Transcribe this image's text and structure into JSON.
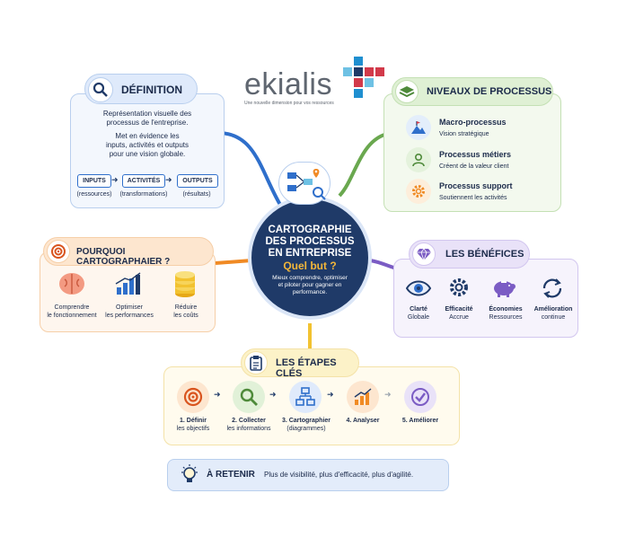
{
  "logo": {
    "name": "ekialis",
    "tagline": "Une nouvelle dimension pour vos ressources"
  },
  "colors": {
    "navy": "#1f3a68",
    "orange": "#f08a24",
    "blue": "#2f6fcb",
    "green": "#6aa84f",
    "purple": "#7b5cc4",
    "yellow": "#f2c230"
  },
  "center": {
    "line1": "CARTOGRAPHIE",
    "line2": "DES PROCESSUS",
    "line3": "EN ENTREPRISE",
    "question": "Quel but ?",
    "desc1": "Mieux comprendre, optimiser",
    "desc2": "et piloter pour gagner en",
    "desc3": "performance."
  },
  "definition": {
    "title": "DÉFINITION",
    "p1a": "Représentation visuelle des",
    "p1b": "processus de l'entreprise.",
    "p2a": "Met en évidence les",
    "p2b": "inputs, activités et outputs",
    "p2c": "pour une vision globale.",
    "flow": [
      {
        "label": "INPUTS",
        "sub": "(ressources)"
      },
      {
        "label": "ACTIVITÉS",
        "sub": "(transformations)"
      },
      {
        "label": "OUTPUTS",
        "sub": "(résultats)"
      }
    ]
  },
  "niveaux": {
    "title": "NIVEAUX DE PROCESSUS",
    "items": [
      {
        "title": "Macro-processus",
        "sub": "Vision stratégique",
        "icon": "mountain-flag-icon"
      },
      {
        "title": "Processus métiers",
        "sub": "Créent de la valeur client",
        "icon": "person-icon"
      },
      {
        "title": "Processus support",
        "sub": "Soutiennent les activités",
        "icon": "gear-icon"
      }
    ]
  },
  "pourquoi": {
    "title": "POURQUOI CARTOGRAPHAIER ?",
    "items": [
      {
        "l1": "Comprendre",
        "l2": "le fonctionnement",
        "icon": "brain-icon"
      },
      {
        "l1": "Optimiser",
        "l2": "les performances",
        "icon": "bar-chart-icon"
      },
      {
        "l1": "Réduire",
        "l2": "les coûts",
        "icon": "coins-icon"
      }
    ]
  },
  "benefices": {
    "title": "LES BÉNÉFICES",
    "items": [
      {
        "l1": "Clarté",
        "l2": "Globale",
        "icon": "eye-icon"
      },
      {
        "l1": "Efficacité",
        "l2": "Accrue",
        "icon": "gear-icon"
      },
      {
        "l1": "Économies",
        "l2": "Ressources",
        "icon": "piggy-bank-icon"
      },
      {
        "l1": "Amélioration",
        "l2": "continue",
        "icon": "cycle-icon"
      }
    ]
  },
  "etapes": {
    "title": "LES ÉTAPES CLÉS",
    "steps": [
      {
        "l1": "1. Définir",
        "l2": "les objectifs",
        "icon": "target-icon"
      },
      {
        "l1": "2. Collecter",
        "l2": "les informations",
        "icon": "magnifier-icon"
      },
      {
        "l1": "3. Cartographier",
        "l2": "(diagrammes)",
        "icon": "flowchart-icon"
      },
      {
        "l1": "4. Analyser",
        "l2": "",
        "icon": "chart-icon"
      },
      {
        "l1": "5. Améliorer",
        "l2": "",
        "icon": "check-icon"
      }
    ]
  },
  "retenir": {
    "title": "À RETENIR",
    "text": "Plus de visibilité, plus d'efficacité, plus d'agilité."
  }
}
